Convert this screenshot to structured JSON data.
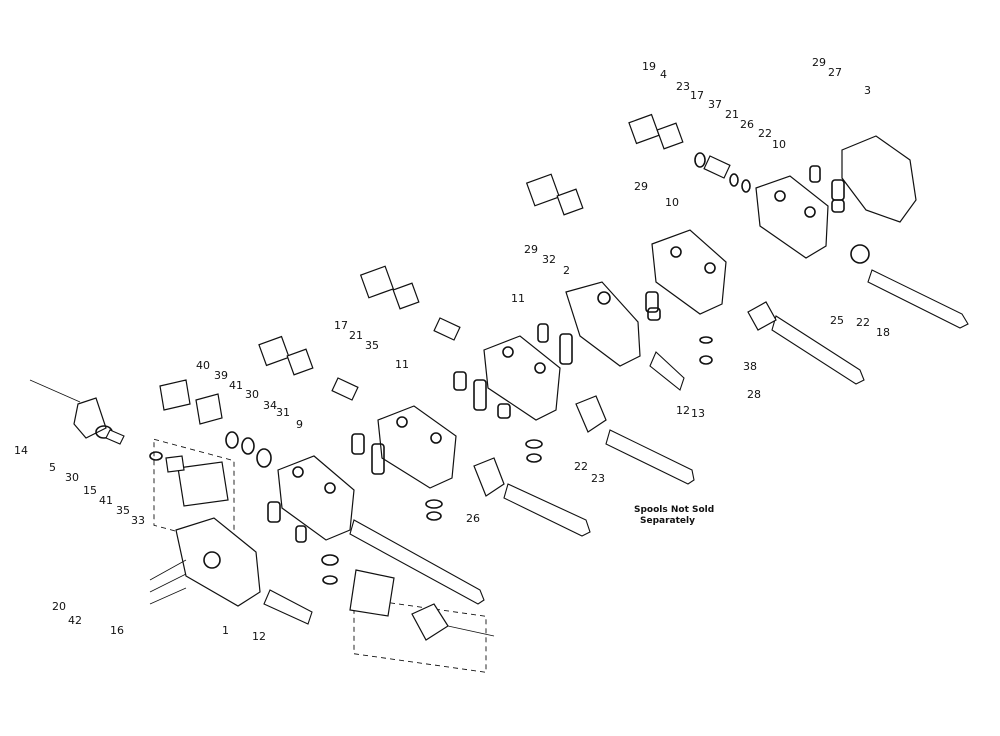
{
  "diagram": {
    "note_line1": "Spools Not Sold",
    "note_line2": "Separately",
    "callouts": [
      "19",
      "4",
      "23",
      "17",
      "37",
      "21",
      "26",
      "22",
      "10",
      "29",
      "27",
      "3",
      "29",
      "10",
      "29",
      "32",
      "2",
      "11",
      "38",
      "28",
      "25",
      "22",
      "18",
      "12",
      "13",
      "17",
      "21",
      "35",
      "11",
      "22",
      "23",
      "26",
      "40",
      "39",
      "41",
      "30",
      "34",
      "31",
      "9",
      "14",
      "5",
      "30",
      "15",
      "41",
      "35",
      "33",
      "20",
      "42",
      "16",
      "1",
      "12"
    ]
  }
}
